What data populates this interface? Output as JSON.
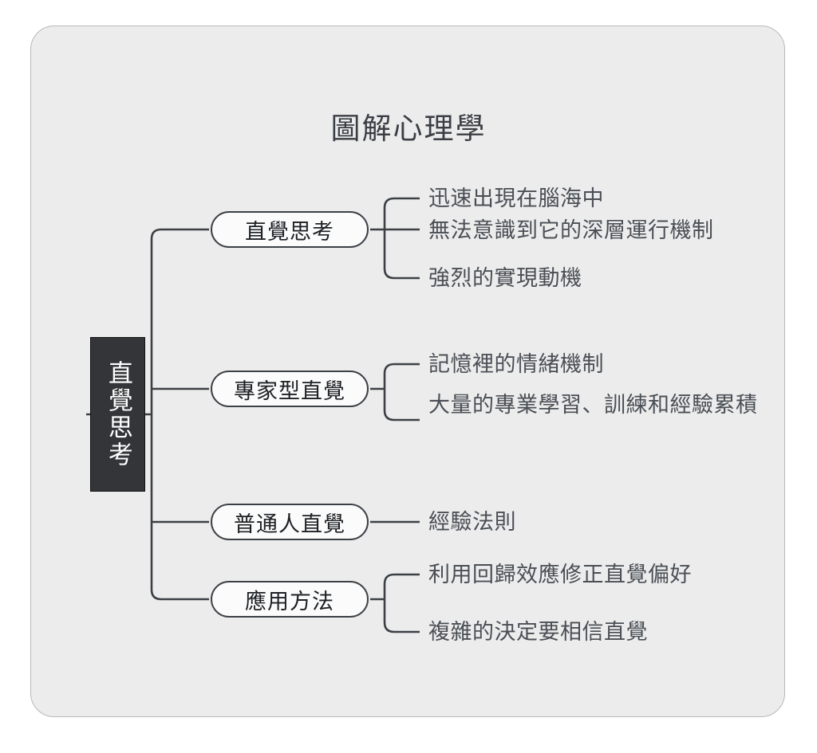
{
  "document": {
    "title": "圖解心理學",
    "background_color": "#ececec",
    "page_color": "#ffffff",
    "border_color": "#b9b9b9"
  },
  "mindmap": {
    "root": {
      "label": "直覺思考",
      "orientation": "vertical",
      "fill_color": "#333538",
      "text_color": "#ffffff"
    },
    "branches": [
      {
        "label": "直覺思考",
        "leaves": [
          "迅速出現在腦海中",
          "無法意識到它的深層運行機制",
          "強烈的實現動機"
        ]
      },
      {
        "label": "專家型直覺",
        "leaves": [
          "記憶裡的情緒機制",
          "大量的專業學習、訓練和經驗累積"
        ]
      },
      {
        "label": "普通人直覺",
        "leaves": [
          "經驗法則"
        ]
      },
      {
        "label": "應用方法",
        "leaves": [
          "利用回歸效應修正直覺偏好",
          "複雜的決定要相信直覺"
        ]
      }
    ],
    "line_color": "#3c4045",
    "node_fill_color": "#fbfbfb",
    "leaf_text_color": "#4a4f55"
  }
}
